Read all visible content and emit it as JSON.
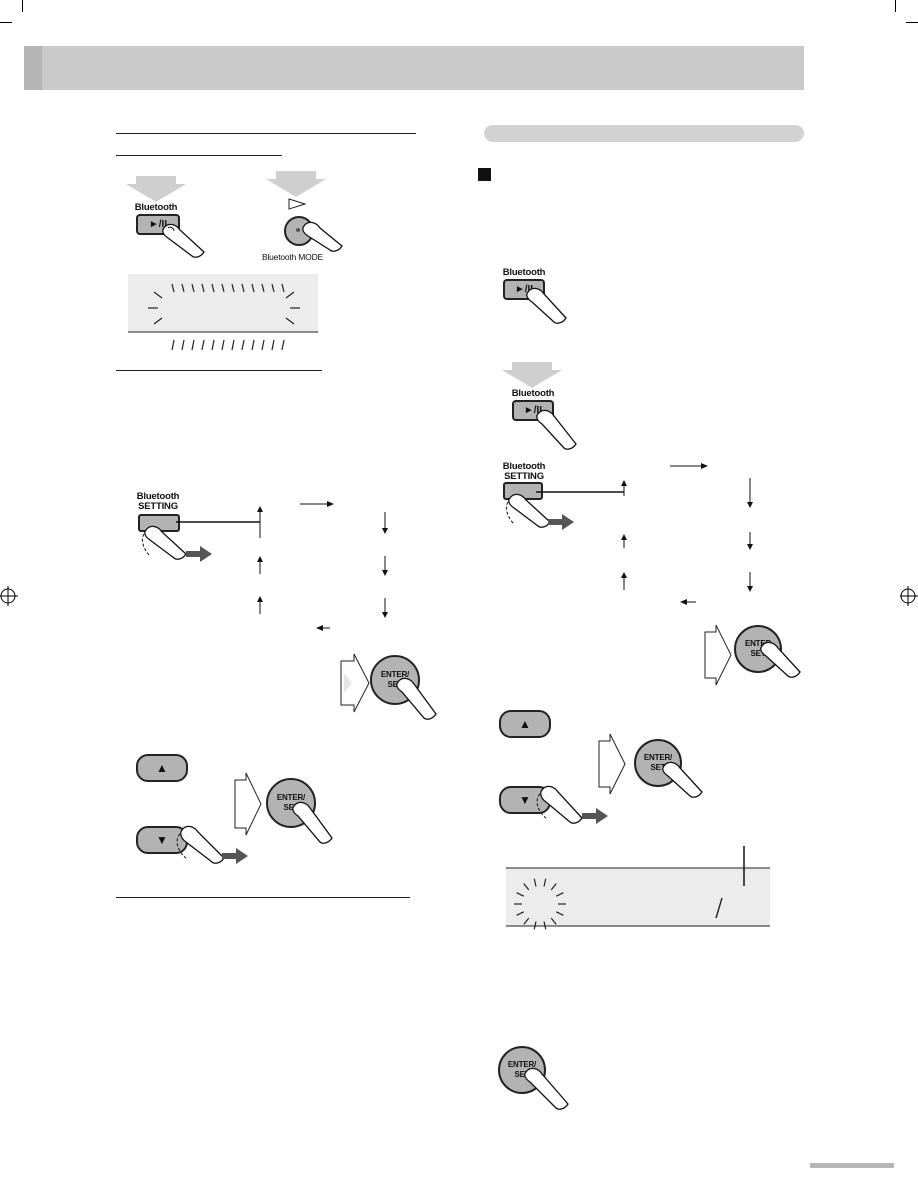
{
  "colors": {
    "header_gray": "#c9c9c9",
    "display_gray": "#ececec",
    "button_gray": "#b3b3b3",
    "arrow_gray": "#cfcfcf"
  },
  "left": {
    "bluetooth_label": "Bluetooth",
    "play_pause_symbol": "►/II",
    "mode_label": "Bluetooth MODE",
    "setting_label_1": "Bluetooth",
    "setting_label_2": "SETTING",
    "enter_label_1": "ENTER/",
    "enter_label_2": "SET",
    "up_symbol": "▲",
    "down_symbol": "▼"
  },
  "right": {
    "bluetooth_label_1": "Bluetooth",
    "bluetooth_label_2": "Bluetooth",
    "play_pause_symbol": "►/II",
    "setting_label_1": "Bluetooth",
    "setting_label_2": "SETTING",
    "enter_label_1": "ENTER",
    "enter_label_2": "SET",
    "up_symbol": "▲",
    "down_symbol": "▼"
  }
}
